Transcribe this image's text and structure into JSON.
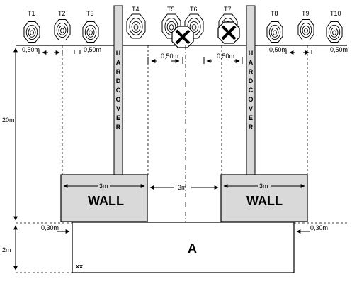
{
  "targets": [
    "T1",
    "T2",
    "T3",
    "T4",
    "T5",
    "T6",
    "T7",
    "T8",
    "T9",
    "T10"
  ],
  "no_shoot_targets": [
    "T5",
    "T7"
  ],
  "hardcover_letters": [
    "H",
    "A",
    "R",
    "D",
    "C",
    "O",
    "V",
    "E",
    "R"
  ],
  "walls": {
    "left_label": "WALL",
    "right_label": "WALL",
    "left_width": "3m",
    "right_width": "3m",
    "gap": "3m"
  },
  "dimensions": {
    "spacing_t1_t2": "0,50m",
    "spacing_t2_t3": "0,50m",
    "spacing_t4_t5": "0,50m",
    "spacing_t6_t7": "0,50m",
    "spacing_t8_t9": "0,50m",
    "spacing_t9_t10": "0,50m",
    "height": "20m",
    "depth": "2m",
    "left_offset": "0,30m",
    "right_offset": "0,30m"
  },
  "zone": {
    "label": "A",
    "start_mark": "xx"
  }
}
